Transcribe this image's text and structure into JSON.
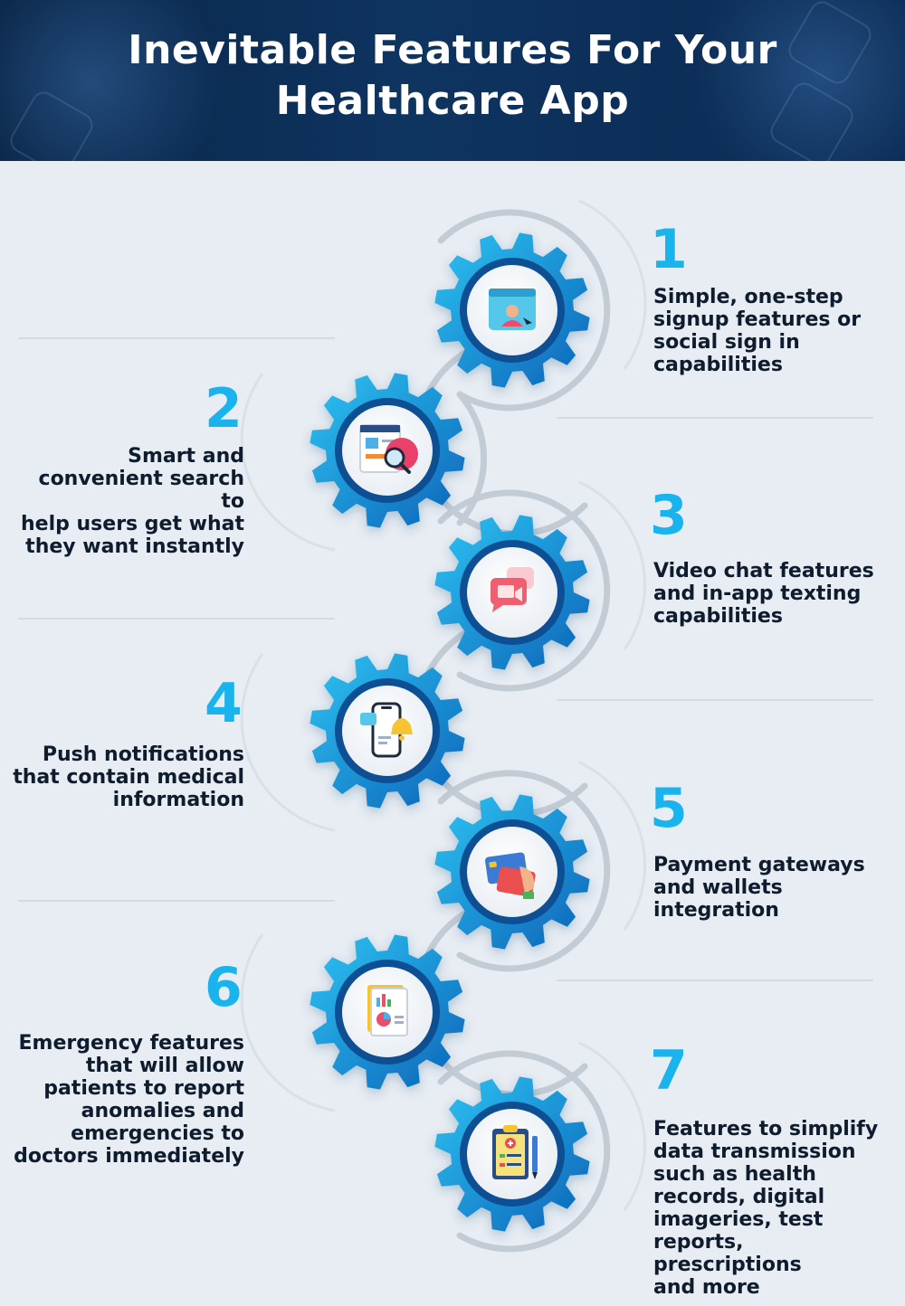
{
  "header": {
    "title_line1": "Inevitable Features For Your",
    "title_line2": "Healthcare App"
  },
  "colors": {
    "background": "#e7edf3",
    "header_bg": "#0e3460",
    "accent": "#19b3ee",
    "gear_light": "#2ec4f3",
    "gear_dark": "#0a63b8",
    "track": "#c3ccd5",
    "text": "#0f1c2e"
  },
  "features": [
    {
      "number": "1",
      "text": "Simple, one-step signup features or social sign in capabilities",
      "lines": [
        "Simple, one-step",
        "signup features or",
        "social sign in",
        "capabilities"
      ],
      "icon": "user-profile-icon"
    },
    {
      "number": "2",
      "text": "Smart and convenient search to help users get what they want instantly",
      "lines": [
        "Smart and",
        "convenient search to",
        "help users get what",
        "they want instantly"
      ],
      "icon": "search-document-icon"
    },
    {
      "number": "3",
      "text": "Video chat features and in-app texting capabilities",
      "lines": [
        "Video chat features",
        "and in-app texting",
        "capabilities"
      ],
      "icon": "video-chat-icon"
    },
    {
      "number": "4",
      "text": "Push notifications that contain medical information",
      "lines": [
        "Push notifications",
        "that contain medical",
        "information"
      ],
      "icon": "phone-notification-icon"
    },
    {
      "number": "5",
      "text": "Payment gateways and wallets integration",
      "lines": [
        "Payment gateways",
        "and wallets",
        "integration"
      ],
      "icon": "credit-card-icon"
    },
    {
      "number": "6",
      "text": "Emergency features that will allow patients to report anomalies and emergencies to doctors immediately",
      "lines": [
        "Emergency features",
        "that will allow",
        "patients to report",
        "anomalies and",
        "emergencies to",
        "doctors immediately"
      ],
      "icon": "report-chart-icon"
    },
    {
      "number": "7",
      "text": "Features to simplify data transmission such as health records, digital imageries, test reports, prescriptions and more",
      "lines": [
        "Features to simplify",
        "data transmission",
        "such as health",
        "records, digital",
        "imageries, test",
        "reports, prescriptions",
        "and more"
      ],
      "icon": "medical-clipboard-icon"
    }
  ]
}
